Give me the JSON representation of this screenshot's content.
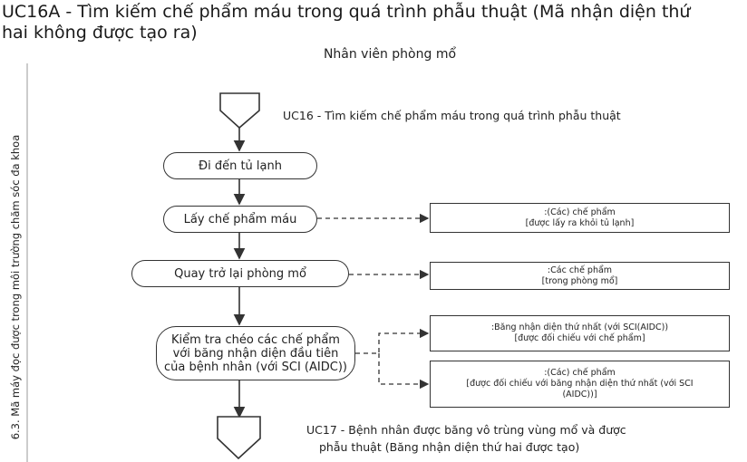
{
  "title": {
    "line1": "UC16A - Tìm kiếm chế phẩm máu trong quá trình phẫu thuật (Mã nhận diện thứ",
    "line2": "hai không được tạo ra)"
  },
  "lane_title": "Nhân viên phòng mổ",
  "side_label": "6.3. Mã máy đọc được trong môi trường chăm sóc đa khoa",
  "start_uc": "UC16 - Tìm kiếm chế phẩm máu trong quá trình phẫu thuật",
  "end_uc": {
    "line1": "UC17 - Bệnh nhân được băng vô trùng vùng mổ và được",
    "line2": "phẫu thuật (Băng nhận diện thứ hai được tạo)"
  },
  "activities": [
    {
      "label": "Đi đến tủ lạnh"
    },
    {
      "label": "Lấy chế phẩm máu"
    },
    {
      "label": "Quay trở lại phòng mổ"
    },
    {
      "label": "Kiểm tra chéo các chế phẩm với băng nhận diện đầu tiên của bệnh nhân (với SCI (AIDC))"
    }
  ],
  "objects": [
    {
      "name": ":(Các) chế phẩm",
      "state": "[được lấy ra khỏi tủ lạnh]"
    },
    {
      "name": ":Các chế phẩm",
      "state": "[trong phòng mổ]"
    },
    {
      "name": ":Băng nhận diện thứ nhất (với SCI(AIDC))",
      "state": "[được đối chiếu với chế phẩm]"
    },
    {
      "name": ":(Các) chế phẩm",
      "state": "[được đối chiếu với băng nhận diện thứ nhất (với SCI (AIDC))]"
    }
  ]
}
